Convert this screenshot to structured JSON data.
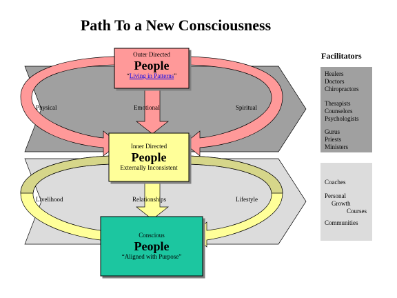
{
  "title": "Path To a New Consciousness",
  "colors": {
    "pink": "#ff9999",
    "yellow": "#ffff99",
    "olive": "#d6d68a",
    "teal": "#1fc6a0",
    "band_top": "#a0a0a0",
    "band_bottom": "#dcdcdc",
    "pink_arrow": "#cc8080"
  },
  "boxes": {
    "outer": {
      "subtitle": "Outer Directed",
      "title": "People",
      "caption_open": "“",
      "caption_link": "Living in Patterns",
      "caption_close": "”"
    },
    "inner": {
      "subtitle": "Inner Directed",
      "title": "People",
      "caption": "Externally Inconsistent"
    },
    "conscious": {
      "subtitle": "Conscious",
      "title": "People",
      "caption": "“Aligned with Purpose”"
    }
  },
  "labels": {
    "top": [
      "Physical",
      "Emotional",
      "Spiritual"
    ],
    "bottom": [
      "Livelihood",
      "Relationships",
      "Lifestyle"
    ]
  },
  "facilitators": {
    "heading": "Facilitators",
    "group1": [
      "Healers",
      "Doctors",
      "Chiropractors"
    ],
    "group2": [
      "Therapists",
      "Counselors",
      "Psychologists"
    ],
    "group3": [
      "Gurus",
      "Priests",
      "Ministers"
    ],
    "group4": [
      "Coaches"
    ],
    "group5": [
      "Personal",
      "Growth",
      "Courses"
    ],
    "group6": [
      "Communities"
    ]
  }
}
